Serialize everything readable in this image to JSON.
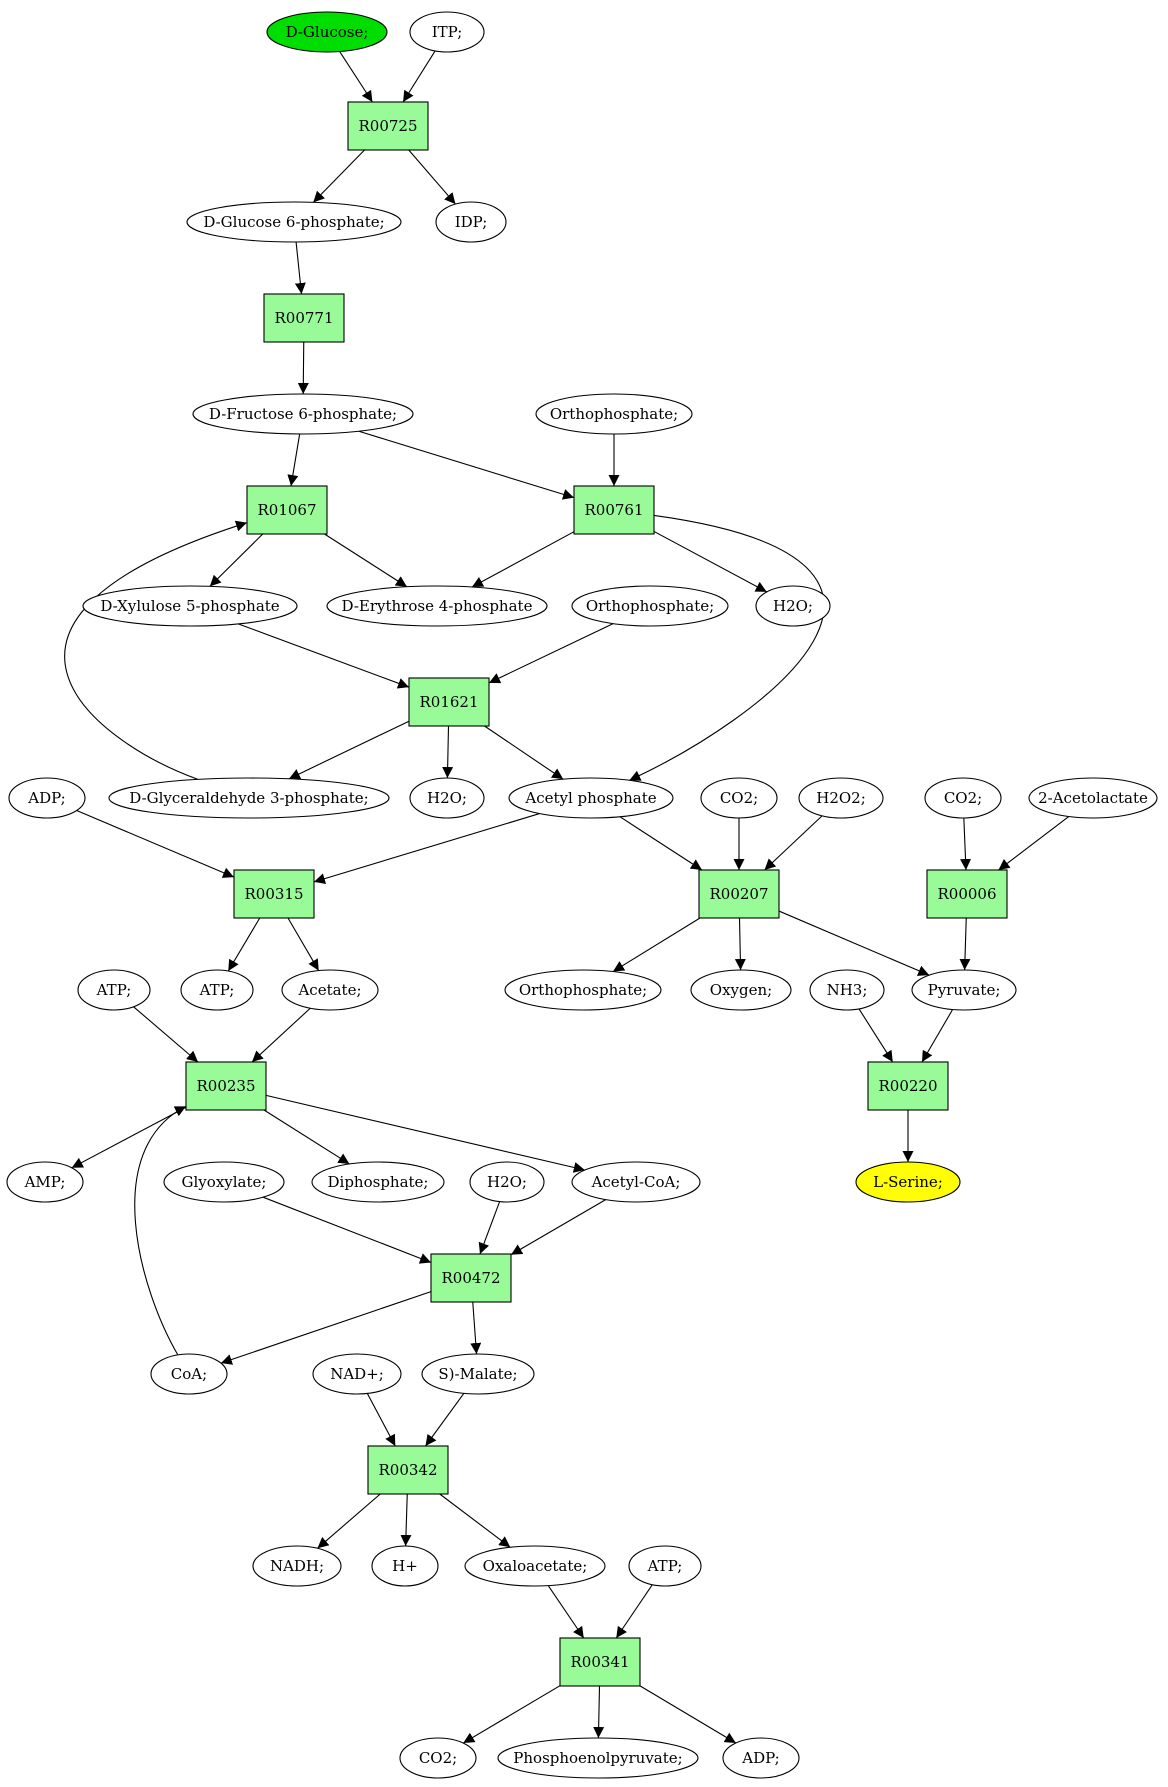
{
  "colors": {
    "reaction_fill": "#98fb98",
    "source_fill": "#00dd00",
    "target_fill": "#ffff00",
    "metabolite_fill": "#ffffff"
  },
  "nodes": [
    {
      "id": "dglucose",
      "kind": "metabolite",
      "label": "D-Glucose;",
      "role": "source"
    },
    {
      "id": "itp",
      "kind": "metabolite",
      "label": "ITP;"
    },
    {
      "id": "R00725",
      "kind": "reaction",
      "label": "R00725"
    },
    {
      "id": "g6p",
      "kind": "metabolite",
      "label": "D-Glucose 6-phosphate;"
    },
    {
      "id": "idp",
      "kind": "metabolite",
      "label": "IDP;"
    },
    {
      "id": "R00771",
      "kind": "reaction",
      "label": "R00771"
    },
    {
      "id": "f6p",
      "kind": "metabolite",
      "label": "D-Fructose 6-phosphate;"
    },
    {
      "id": "orthophos1",
      "kind": "metabolite",
      "label": "Orthophosphate;"
    },
    {
      "id": "R01067",
      "kind": "reaction",
      "label": "R01067"
    },
    {
      "id": "R00761",
      "kind": "reaction",
      "label": "R00761"
    },
    {
      "id": "x5p",
      "kind": "metabolite",
      "label": "D-Xylulose 5-phosphate"
    },
    {
      "id": "e4p",
      "kind": "metabolite",
      "label": "D-Erythrose 4-phosphate"
    },
    {
      "id": "orthophos2",
      "kind": "metabolite",
      "label": "Orthophosphate;"
    },
    {
      "id": "h2o1",
      "kind": "metabolite",
      "label": "H2O;"
    },
    {
      "id": "R01621",
      "kind": "reaction",
      "label": "R01621"
    },
    {
      "id": "adp1",
      "kind": "metabolite",
      "label": "ADP;"
    },
    {
      "id": "g3p",
      "kind": "metabolite",
      "label": "D-Glyceraldehyde 3-phosphate;"
    },
    {
      "id": "h2o2",
      "kind": "metabolite",
      "label": "H2O;"
    },
    {
      "id": "acetylp",
      "kind": "metabolite",
      "label": "Acetyl phosphate"
    },
    {
      "id": "co2a",
      "kind": "metabolite",
      "label": "CO2;"
    },
    {
      "id": "h2o2b",
      "kind": "metabolite",
      "label": "H2O2;"
    },
    {
      "id": "co2b",
      "kind": "metabolite",
      "label": "CO2;"
    },
    {
      "id": "acetolactate",
      "kind": "metabolite",
      "label": "2-Acetolactate"
    },
    {
      "id": "R00315",
      "kind": "reaction",
      "label": "R00315"
    },
    {
      "id": "R00207",
      "kind": "reaction",
      "label": "R00207"
    },
    {
      "id": "R00006",
      "kind": "reaction",
      "label": "R00006"
    },
    {
      "id": "atp1",
      "kind": "metabolite",
      "label": "ATP;"
    },
    {
      "id": "atp2",
      "kind": "metabolite",
      "label": "ATP;"
    },
    {
      "id": "acetate",
      "kind": "metabolite",
      "label": "Acetate;"
    },
    {
      "id": "orthophos3",
      "kind": "metabolite",
      "label": "Orthophosphate;"
    },
    {
      "id": "oxygen",
      "kind": "metabolite",
      "label": "Oxygen;"
    },
    {
      "id": "nh3",
      "kind": "metabolite",
      "label": "NH3;"
    },
    {
      "id": "pyruvate",
      "kind": "metabolite",
      "label": "Pyruvate;"
    },
    {
      "id": "R00235",
      "kind": "reaction",
      "label": "R00235"
    },
    {
      "id": "R00220",
      "kind": "reaction",
      "label": "R00220"
    },
    {
      "id": "amp",
      "kind": "metabolite",
      "label": "AMP;"
    },
    {
      "id": "glyoxylate",
      "kind": "metabolite",
      "label": "Glyoxylate;"
    },
    {
      "id": "diphosphate",
      "kind": "metabolite",
      "label": "Diphosphate;"
    },
    {
      "id": "h2o3",
      "kind": "metabolite",
      "label": "H2O;"
    },
    {
      "id": "acetylcoa",
      "kind": "metabolite",
      "label": "Acetyl-CoA;"
    },
    {
      "id": "lserine",
      "kind": "metabolite",
      "label": "L-Serine;",
      "role": "target"
    },
    {
      "id": "R00472",
      "kind": "reaction",
      "label": "R00472"
    },
    {
      "id": "coa",
      "kind": "metabolite",
      "label": "CoA;"
    },
    {
      "id": "nadp",
      "kind": "metabolite",
      "label": "NAD+;"
    },
    {
      "id": "smalate",
      "kind": "metabolite",
      "label": "S)-Malate;"
    },
    {
      "id": "R00342",
      "kind": "reaction",
      "label": "R00342"
    },
    {
      "id": "nadh",
      "kind": "metabolite",
      "label": "NADH;"
    },
    {
      "id": "hplus",
      "kind": "metabolite",
      "label": "H+"
    },
    {
      "id": "oxaloacetate",
      "kind": "metabolite",
      "label": "Oxaloacetate;"
    },
    {
      "id": "atp3",
      "kind": "metabolite",
      "label": "ATP;"
    },
    {
      "id": "R00341",
      "kind": "reaction",
      "label": "R00341"
    },
    {
      "id": "co2c",
      "kind": "metabolite",
      "label": "CO2;"
    },
    {
      "id": "pep",
      "kind": "metabolite",
      "label": "Phosphoenolpyruvate;"
    },
    {
      "id": "adp2",
      "kind": "metabolite",
      "label": "ADP;"
    }
  ],
  "edges": [
    [
      "dglucose",
      "R00725"
    ],
    [
      "itp",
      "R00725"
    ],
    [
      "R00725",
      "g6p"
    ],
    [
      "R00725",
      "idp"
    ],
    [
      "g6p",
      "R00771"
    ],
    [
      "R00771",
      "f6p"
    ],
    [
      "f6p",
      "R01067"
    ],
    [
      "f6p",
      "R00761"
    ],
    [
      "orthophos1",
      "R00761"
    ],
    [
      "R01067",
      "x5p"
    ],
    [
      "R01067",
      "e4p"
    ],
    [
      "R00761",
      "e4p"
    ],
    [
      "R00761",
      "h2o1"
    ],
    [
      "R00761",
      "acetylp"
    ],
    [
      "x5p",
      "R01621"
    ],
    [
      "orthophos2",
      "R01621"
    ],
    [
      "R01621",
      "g3p"
    ],
    [
      "R01621",
      "h2o2"
    ],
    [
      "R01621",
      "acetylp"
    ],
    [
      "g3p",
      "R01067"
    ],
    [
      "adp1",
      "R00315"
    ],
    [
      "acetylp",
      "R00315"
    ],
    [
      "acetylp",
      "R00207"
    ],
    [
      "co2a",
      "R00207"
    ],
    [
      "h2o2b",
      "R00207"
    ],
    [
      "co2b",
      "R00006"
    ],
    [
      "acetolactate",
      "R00006"
    ],
    [
      "R00315",
      "atp2"
    ],
    [
      "R00315",
      "acetate"
    ],
    [
      "R00207",
      "orthophos3"
    ],
    [
      "R00207",
      "oxygen"
    ],
    [
      "R00207",
      "pyruvate"
    ],
    [
      "R00006",
      "pyruvate"
    ],
    [
      "atp1",
      "R00235"
    ],
    [
      "acetate",
      "R00235"
    ],
    [
      "nh3",
      "R00220"
    ],
    [
      "pyruvate",
      "R00220"
    ],
    [
      "R00220",
      "lserine"
    ],
    [
      "R00235",
      "amp"
    ],
    [
      "R00235",
      "diphosphate"
    ],
    [
      "R00235",
      "acetylcoa"
    ],
    [
      "glyoxylate",
      "R00472"
    ],
    [
      "h2o3",
      "R00472"
    ],
    [
      "acetylcoa",
      "R00472"
    ],
    [
      "R00472",
      "coa"
    ],
    [
      "R00472",
      "smalate"
    ],
    [
      "coa",
      "R00235"
    ],
    [
      "nadp",
      "R00342"
    ],
    [
      "smalate",
      "R00342"
    ],
    [
      "R00342",
      "nadh"
    ],
    [
      "R00342",
      "hplus"
    ],
    [
      "R00342",
      "oxaloacetate"
    ],
    [
      "oxaloacetate",
      "R00341"
    ],
    [
      "atp3",
      "R00341"
    ],
    [
      "R00341",
      "co2c"
    ],
    [
      "R00341",
      "pep"
    ],
    [
      "R00341",
      "adp2"
    ]
  ]
}
